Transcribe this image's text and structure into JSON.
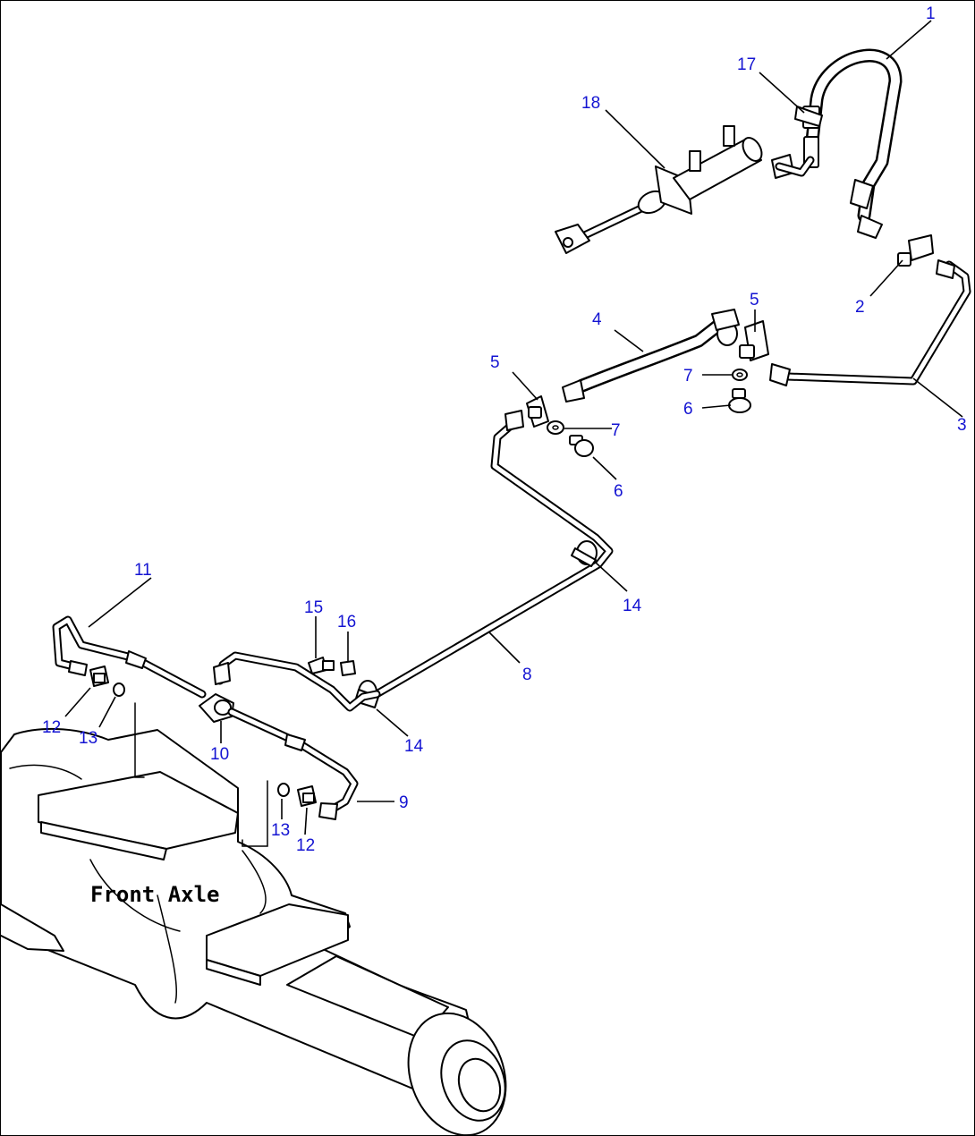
{
  "axle_label": "Front Axle",
  "callout_color": "#1414D2",
  "callouts": [
    {
      "id": "c1",
      "text": "1"
    },
    {
      "id": "c17",
      "text": "17"
    },
    {
      "id": "c18",
      "text": "18"
    },
    {
      "id": "c2",
      "text": "2"
    },
    {
      "id": "c5a",
      "text": "5"
    },
    {
      "id": "c4",
      "text": "4"
    },
    {
      "id": "c7a",
      "text": "7"
    },
    {
      "id": "c6a",
      "text": "6"
    },
    {
      "id": "c3",
      "text": "3"
    },
    {
      "id": "c5b",
      "text": "5"
    },
    {
      "id": "c7b",
      "text": "7"
    },
    {
      "id": "c6b",
      "text": "6"
    },
    {
      "id": "c14a",
      "text": "14"
    },
    {
      "id": "c11",
      "text": "11"
    },
    {
      "id": "c15",
      "text": "15"
    },
    {
      "id": "c16",
      "text": "16"
    },
    {
      "id": "c8",
      "text": "8"
    },
    {
      "id": "c12a",
      "text": "12"
    },
    {
      "id": "c13a",
      "text": "13"
    },
    {
      "id": "c10",
      "text": "10"
    },
    {
      "id": "c14b",
      "text": "14"
    },
    {
      "id": "c9",
      "text": "9"
    },
    {
      "id": "c13b",
      "text": "13"
    },
    {
      "id": "c12b",
      "text": "12"
    }
  ]
}
